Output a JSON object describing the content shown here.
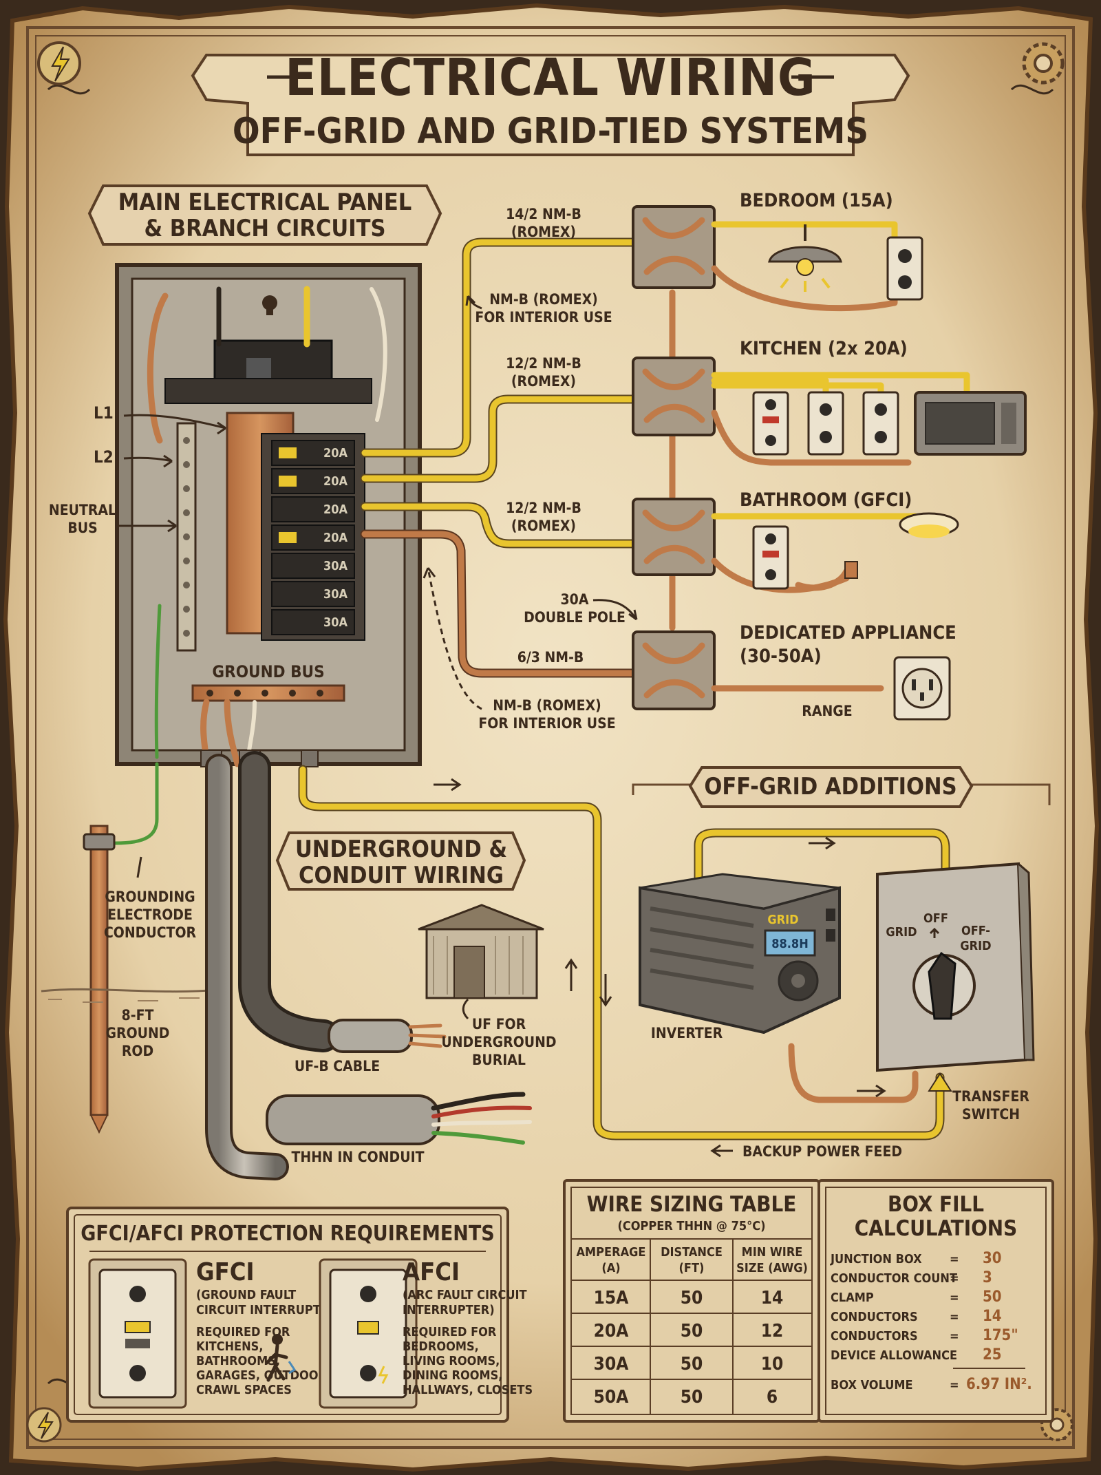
{
  "title": {
    "main": "ELECTRICAL WIRING",
    "sub": "OFF-GRID AND GRID-TIED SYSTEMS"
  },
  "panel_section": {
    "heading_line1": "MAIN ELECTRICAL PANEL",
    "heading_line2": "& BRANCH CIRCUITS",
    "l1": "L1",
    "l2": "L2",
    "neutral_line1": "NEUTRAL",
    "neutral_line2": "BUS",
    "ground_bus": "GROUND BUS",
    "grounding_line1": "GROUNDING",
    "grounding_line2": "ELECTRODE",
    "grounding_line3": "CONDUCTOR",
    "rod_line1": "8-FT",
    "rod_line2": "GROUND",
    "rod_line3": "ROD",
    "breaker_labels": [
      "20A",
      "20A",
      "20A",
      "20A",
      "30A",
      "30A",
      "30A"
    ]
  },
  "circuits": {
    "bedroom": {
      "title": "BEDROOM (15A)",
      "cable_line1": "14/2 NM-B",
      "cable_line2": "(ROMEX)"
    },
    "interior_note_line1": "NM-B (ROMEX)",
    "interior_note_line2": "FOR INTERIOR USE",
    "kitchen": {
      "title": "KITCHEN (2x 20A)",
      "cable_line1": "12/2 NM-B",
      "cable_line2": "(ROMEX)"
    },
    "bathroom": {
      "title": "BATHROOM (GFCI)",
      "cable_line1": "12/2 NM-B",
      "cable_line2": "(ROMEX)"
    },
    "appliance": {
      "title_line1": "DEDICATED APPLIANCE",
      "title_line2": "(30-50A)",
      "breaker_line1": "30A",
      "breaker_line2": "DOUBLE POLE",
      "cable": "6/3 NM-B",
      "range": "RANGE",
      "note_line1": "NM-B (ROMEX)",
      "note_line2": "FOR INTERIOR USE"
    }
  },
  "underground": {
    "heading_line1": "UNDERGROUND &",
    "heading_line2": "CONDUIT WIRING",
    "ufb": "UF-B CABLE",
    "uf_line1": "UF FOR",
    "uf_line2": "UNDERGROUND",
    "uf_line3": "BURIAL",
    "thhn": "THHN IN CONDUIT"
  },
  "offgrid": {
    "heading": "OFF-GRID ADDITIONS",
    "inverter": "INVERTER",
    "inverter_brand": "GRID",
    "inverter_display": "88.8H",
    "grid": "GRID",
    "off": "OFF",
    "offgrid_line1": "OFF-",
    "offgrid_line2": "GRID",
    "transfer_line1": "TRANSFER",
    "transfer_line2": "SWITCH",
    "backup": "BACKUP POWER FEED"
  },
  "protection": {
    "heading": "GFCI/AFCI PROTECTION REQUIREMENTS",
    "gfci": {
      "name": "GFCI",
      "desc_line1": "(GROUND FAULT",
      "desc_line2": "CIRCUIT INTERRUPTER)",
      "req": [
        "REQUIRED FOR",
        "KITCHENS,",
        "BATHROOMS,",
        "GARAGES, OUTDOORS,",
        "CRAWL SPACES"
      ]
    },
    "afci": {
      "name": "AFCI",
      "desc_line1": "(ARC FAULT CIRCUIT",
      "desc_line2": "INTERRUPTER)",
      "req": [
        "REQUIRED FOR",
        "BEDROOMS,",
        "LIVING ROOMS,",
        "DINING ROOMS,",
        "HALLWAYS, CLOSETS"
      ]
    }
  },
  "wire_table": {
    "title": "WIRE SIZING TABLE",
    "subtitle": "(COPPER THHN @ 75°C)",
    "headers": [
      [
        "AMPERAGE",
        "(A)"
      ],
      [
        "DISTANCE",
        "(FT)"
      ],
      [
        "MIN WIRE",
        "SIZE (AWG)"
      ]
    ],
    "rows": [
      [
        "15A",
        "50",
        "14"
      ],
      [
        "20A",
        "50",
        "12"
      ],
      [
        "30A",
        "50",
        "10"
      ],
      [
        "50A",
        "50",
        "6"
      ]
    ]
  },
  "box_fill": {
    "title_line1": "BOX FILL",
    "title_line2": "CALCULATIONS",
    "rows": [
      {
        "label": "JUNCTION BOX",
        "eq": "=",
        "value": "30"
      },
      {
        "label": "CONDUCTOR COUNT",
        "eq": "=",
        "value": "3"
      },
      {
        "label": "CLAMP",
        "eq": "=",
        "value": "50"
      },
      {
        "label": "CONDUCTORS",
        "eq": "=",
        "value": "14"
      },
      {
        "label": "CONDUCTORS",
        "eq": "=",
        "value": "175\""
      },
      {
        "label": "DEVICE ALLOWANCE",
        "eq": "",
        "value": "25"
      }
    ],
    "total_label": "BOX VOLUME",
    "total_eq": "=",
    "total_value": "6.97 IN²."
  },
  "colors": {
    "paper": "#e9d8b6",
    "ink": "#3b2a1c",
    "hot_wire": "#e9c52e",
    "copper": "#c07a48",
    "ground": "#4f9a3a"
  }
}
